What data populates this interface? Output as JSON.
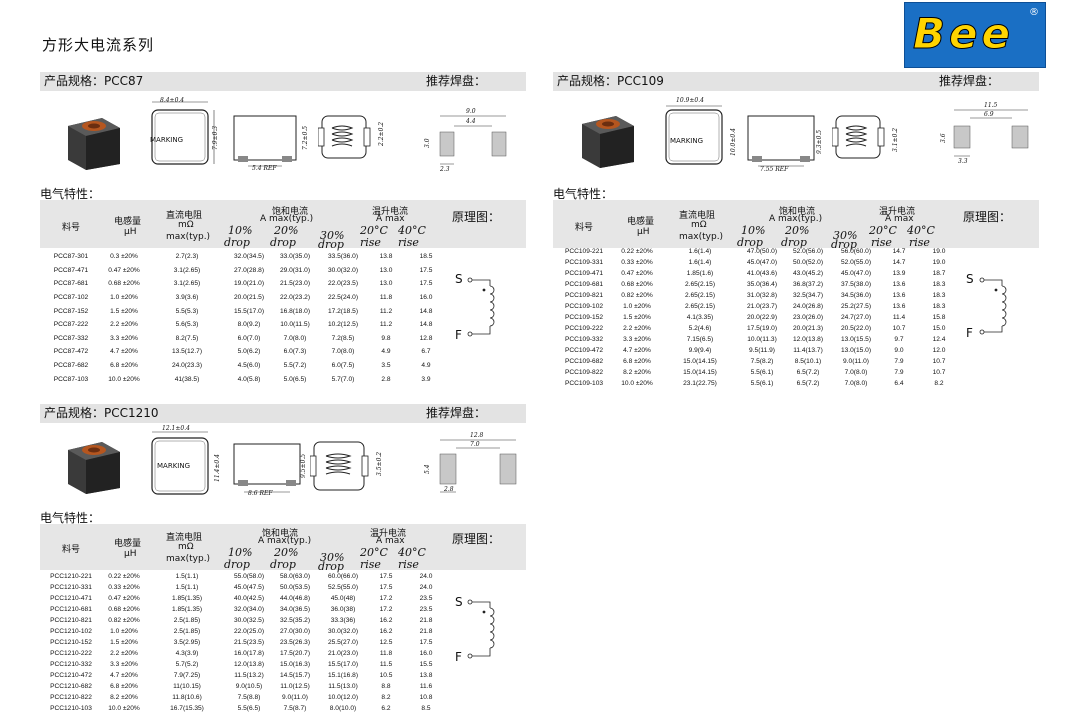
{
  "page_title": "方形大电流系列",
  "logo": {
    "text": "Bee",
    "mark": "®",
    "color": "#1a6fc4"
  },
  "labels": {
    "spec": "产品规格：",
    "solder": "推荐焊盘：",
    "elec": "电气特性：",
    "schematic": "原理图：",
    "s": "S",
    "f": "F",
    "marking": "MARKING"
  },
  "header": {
    "part": "料号",
    "inductance": "电感量",
    "ind_unit": "μH",
    "dcr": "直流电阻",
    "dcr_unit": "mΩ",
    "dcr_typ": "max(typ.)",
    "sat": "饱和电流",
    "sat_unit": "A max(typ.)",
    "p10": "10%",
    "p20": "20%",
    "p30": "30%",
    "drop": "drop",
    "temp": "温升电流",
    "temp_unit": "A max",
    "t20": "20°C",
    "t40": "40°C",
    "rise": "rise"
  },
  "pcc87": {
    "model": "PCC87",
    "dims": {
      "w": "8.4±0.4",
      "h": "7.9±0.3",
      "side_h": "7.2±0.5",
      "ref": "5.4 REF",
      "side2": "2.2±0.2",
      "pad_w": "9.0",
      "pad_gap": "4.4",
      "pad_h": "3.0",
      "pad_foot": "2.3"
    },
    "rows": [
      [
        "PCC87-301",
        "0.3 ±20%",
        "2.7(2.3)",
        "32.0(34.5)",
        "33.0(35.0)",
        "33.5(36.0)",
        "13.8",
        "18.5"
      ],
      [
        "PCC87-471",
        "0.47 ±20%",
        "3.1(2.65)",
        "27.0(28.8)",
        "29.0(31.0)",
        "30.0(32.0)",
        "13.0",
        "17.5"
      ],
      [
        "PCC87-681",
        "0.68 ±20%",
        "3.1(2.65)",
        "19.0(21.0)",
        "21.5(23.0)",
        "22.0(23.5)",
        "13.0",
        "17.5"
      ],
      [
        "PCC87-102",
        "1.0 ±20%",
        "3.9(3.6)",
        "20.0(21.5)",
        "22.0(23.2)",
        "22.5(24.0)",
        "11.8",
        "16.0"
      ],
      [
        "PCC87-152",
        "1.5 ±20%",
        "5.5(5.3)",
        "15.5(17.0)",
        "16.8(18.0)",
        "17.2(18.5)",
        "11.2",
        "14.8"
      ],
      [
        "PCC87-222",
        "2.2 ±20%",
        "5.6(5.3)",
        "8.0(9.2)",
        "10.0(11.5)",
        "10.2(12.5)",
        "11.2",
        "14.8"
      ],
      [
        "PCC87-332",
        "3.3 ±20%",
        "8.2(7.5)",
        "6.0(7.0)",
        "7.0(8.0)",
        "7.2(8.5)",
        "9.8",
        "12.8"
      ],
      [
        "PCC87-472",
        "4.7 ±20%",
        "13.5(12.7)",
        "5.0(6.2)",
        "6.0(7.3)",
        "7.0(8.0)",
        "4.9",
        "6.7"
      ],
      [
        "PCC87-682",
        "6.8 ±20%",
        "24.0(23.3)",
        "4.5(6.0)",
        "5.5(7.2)",
        "6.0(7.5)",
        "3.5",
        "4.9"
      ],
      [
        "PCC87-103",
        "10.0 ±20%",
        "41(38.5)",
        "4.0(5.8)",
        "5.0(6.5)",
        "5.7(7.0)",
        "2.8",
        "3.9"
      ]
    ]
  },
  "pcc109": {
    "model": "PCC109",
    "dims": {
      "w": "10.9±0.4",
      "h": "10.0±0.4",
      "side_h": "9.3±0.5",
      "ref": "7.55 REF",
      "side2": "3.1±0.2",
      "pad_w": "11.5",
      "pad_gap": "6.9",
      "pad_h": "3.6",
      "pad_foot": "3.3"
    },
    "rows": [
      [
        "PCC109-221",
        "0.22 ±20%",
        "1.6(1.4)",
        "47.0(50.0)",
        "52.0(56.0)",
        "56.0(60.0)",
        "14.7",
        "19.0"
      ],
      [
        "PCC109-331",
        "0.33 ±20%",
        "1.6(1.4)",
        "45.0(47.0)",
        "50.0(52.0)",
        "52.0(55.0)",
        "14.7",
        "19.0"
      ],
      [
        "PCC109-471",
        "0.47 ±20%",
        "1.85(1.6)",
        "41.0(43.6)",
        "43.0(45.2)",
        "45.0(47.0)",
        "13.9",
        "18.7"
      ],
      [
        "PCC109-681",
        "0.68 ±20%",
        "2.65(2.15)",
        "35.0(36.4)",
        "36.8(37.2)",
        "37.5(38.0)",
        "13.6",
        "18.3"
      ],
      [
        "PCC109-821",
        "0.82 ±20%",
        "2.65(2.15)",
        "31.0(32.8)",
        "32.5(34.7)",
        "34.5(36.0)",
        "13.6",
        "18.3"
      ],
      [
        "PCC109-102",
        "1.0 ±20%",
        "2.65(2.15)",
        "21.0(23.7)",
        "24.0(26.8)",
        "25.2(27.5)",
        "13.6",
        "18.3"
      ],
      [
        "PCC109-152",
        "1.5 ±20%",
        "4.1(3.35)",
        "20.0(22.9)",
        "23.0(26.0)",
        "24.7(27.0)",
        "11.4",
        "15.8"
      ],
      [
        "PCC109-222",
        "2.2 ±20%",
        "5.2(4.6)",
        "17.5(19.0)",
        "20.0(21.3)",
        "20.5(22.0)",
        "10.7",
        "15.0"
      ],
      [
        "PCC109-332",
        "3.3 ±20%",
        "7.15(6.5)",
        "10.0(11.3)",
        "12.0(13.8)",
        "13.0(15.5)",
        "9.7",
        "12.4"
      ],
      [
        "PCC109-472",
        "4.7 ±20%",
        "9.9(9.4)",
        "9.5(11.9)",
        "11.4(13.7)",
        "13.0(15.0)",
        "9.0",
        "12.0"
      ],
      [
        "PCC109-682",
        "6.8 ±20%",
        "15.0(14.15)",
        "7.5(8.2)",
        "8.5(10.1)",
        "9.0(11.0)",
        "7.9",
        "10.7"
      ],
      [
        "PCC109-822",
        "8.2 ±20%",
        "15.0(14.15)",
        "5.5(6.1)",
        "6.5(7.2)",
        "7.0(8.0)",
        "7.9",
        "10.7"
      ],
      [
        "PCC109-103",
        "10.0 ±20%",
        "23.1(22.75)",
        "5.5(6.1)",
        "6.5(7.2)",
        "7.0(8.0)",
        "6.4",
        "8.2"
      ]
    ]
  },
  "pcc1210": {
    "model": "PCC1210",
    "dims": {
      "w": "12.1±0.4",
      "h": "11.4±0.4",
      "side_h": "9.5±0.5",
      "ref": "8.6 REF",
      "side2": "3.5±0.2",
      "pad_w": "12.8",
      "pad_gap": "7.0",
      "pad_h": "5.4",
      "pad_foot": "2.8"
    },
    "rows": [
      [
        "PCC1210-221",
        "0.22 ±20%",
        "1.5(1.1)",
        "55.0(58.0)",
        "58.0(63.0)",
        "60.0(66.0)",
        "17.5",
        "24.0"
      ],
      [
        "PCC1210-331",
        "0.33 ±20%",
        "1.5(1.1)",
        "45.0(47.5)",
        "50.0(53.5)",
        "52.5(55.0)",
        "17.5",
        "24.0"
      ],
      [
        "PCC1210-471",
        "0.47 ±20%",
        "1.85(1.35)",
        "40.0(42.5)",
        "44.0(46.8)",
        "45.0(48)",
        "17.2",
        "23.5"
      ],
      [
        "PCC1210-681",
        "0.68 ±20%",
        "1.85(1.35)",
        "32.0(34.0)",
        "34.0(36.5)",
        "36.0(38)",
        "17.2",
        "23.5"
      ],
      [
        "PCC1210-821",
        "0.82 ±20%",
        "2.5(1.85)",
        "30.0(32.5)",
        "32.5(35.2)",
        "33.3(36)",
        "16.2",
        "21.8"
      ],
      [
        "PCC1210-102",
        "1.0 ±20%",
        "2.5(1.85)",
        "22.0(25.0)",
        "27.0(30.0)",
        "30.0(32.0)",
        "16.2",
        "21.8"
      ],
      [
        "PCC1210-152",
        "1.5 ±20%",
        "3.5(2.95)",
        "21.5(23.5)",
        "23.5(26.3)",
        "25.5(27.0)",
        "12.5",
        "17.5"
      ],
      [
        "PCC1210-222",
        "2.2 ±20%",
        "4.3(3.9)",
        "16.0(17.8)",
        "17.5(20.7)",
        "21.0(23.0)",
        "11.8",
        "16.0"
      ],
      [
        "PCC1210-332",
        "3.3 ±20%",
        "5.7(5.2)",
        "12.0(13.8)",
        "15.0(16.3)",
        "15.5(17.0)",
        "11.5",
        "15.5"
      ],
      [
        "PCC1210-472",
        "4.7 ±20%",
        "7.9(7.25)",
        "11.5(13.2)",
        "14.5(15.7)",
        "15.1(16.8)",
        "10.5",
        "13.8"
      ],
      [
        "PCC1210-682",
        "6.8 ±20%",
        "11(10.15)",
        "9.0(10.5)",
        "11.0(12.5)",
        "11.5(13.0)",
        "8.8",
        "11.6"
      ],
      [
        "PCC1210-822",
        "8.2 ±20%",
        "11.8(10.6)",
        "7.5(8.8)",
        "9.0(11.0)",
        "10.0(12.0)",
        "8.2",
        "10.8"
      ],
      [
        "PCC1210-103",
        "10.0 ±20%",
        "16.7(15.35)",
        "5.5(6.5)",
        "7.5(8.7)",
        "8.0(10.0)",
        "6.2",
        "8.5"
      ]
    ]
  }
}
